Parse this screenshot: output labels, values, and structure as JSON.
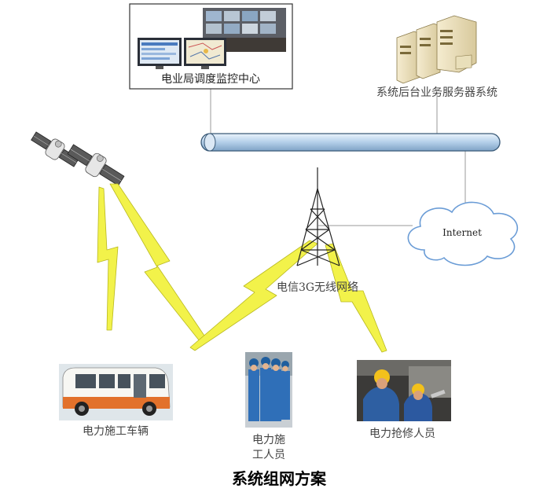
{
  "diagram": {
    "monitor_center_label": "电业局调度监控中心",
    "server_label": "系统后台业务服务器系统",
    "internet_label": "Internet",
    "network_label": "电信3G无线网络",
    "vehicle_label": "电力施工车辆",
    "workers_label_line1": "电力施",
    "workers_label_line2": "工人员",
    "repair_label": "电力抢修人员",
    "title": "系统组网方案"
  },
  "colors": {
    "pipe": "#b9d3ec",
    "pipe_stroke": "#3a5a78",
    "cloud_stroke": "#6a9cd6",
    "bolt": "#f2f24a",
    "bolt_stroke": "#b8b820",
    "line": "#9a9a9a"
  },
  "icons": {
    "satellite": "satellite-icon",
    "server": "server-icon",
    "tower": "cell-tower-icon",
    "cloud": "cloud-icon",
    "bus": "bus-icon",
    "workers": "workers-photo",
    "repair": "repair-workers-photo"
  }
}
